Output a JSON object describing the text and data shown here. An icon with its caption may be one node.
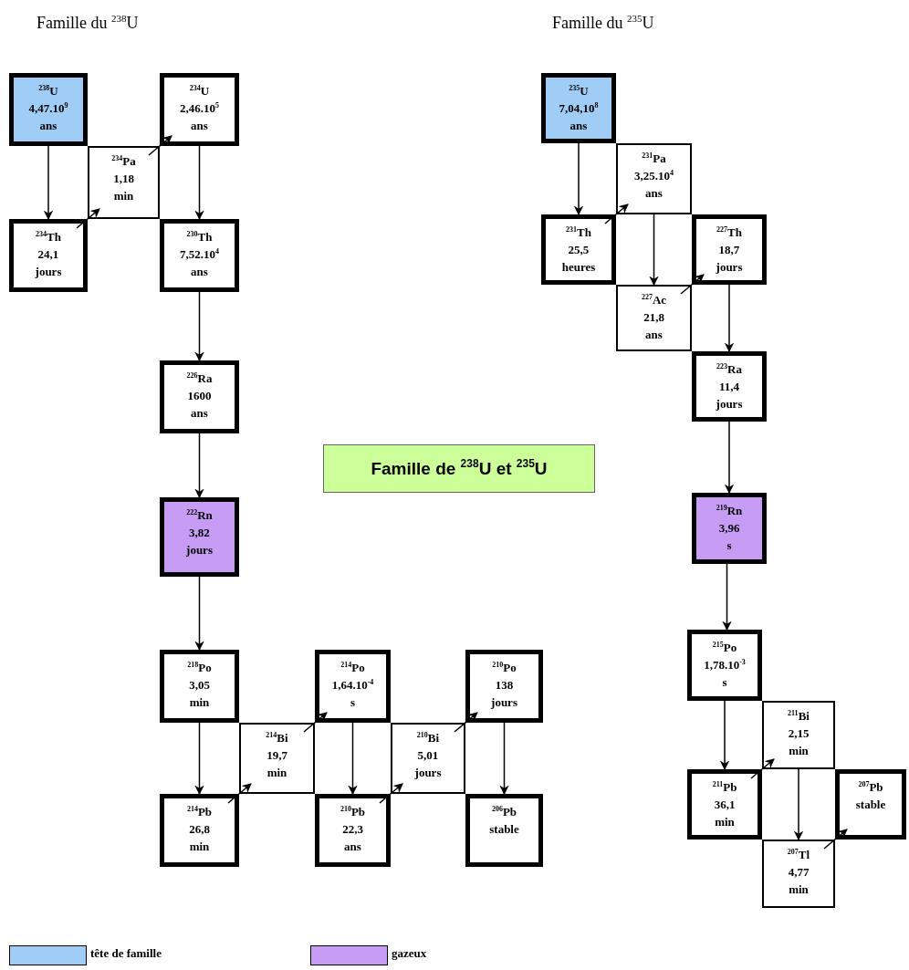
{
  "diagram": {
    "nodes": [
      {
        "text": [
          "$^{238}$U",
          "4,47.10$^{9}$ ans"
        ]
      },
      {
        "text": [
          "$^{234}$U",
          "2,46.10$^{5}$ ans"
        ]
      },
      {
        "text": [
          "$^{234}$Pa",
          "1,18 min"
        ]
      },
      {
        "text": [
          "$^{234}$Th",
          "24,1 jours"
        ]
      },
      {
        "text": [
          "$^{230}$Th",
          "7,52.10$^{4}$ ans"
        ]
      },
      {
        "text": [
          "$^{226}$Ra",
          "1600 ans"
        ]
      },
      {
        "text": [
          "$^{222}$Rn",
          "3,82 jours"
        ]
      },
      {
        "text": [
          "$^{218}$Po",
          "3,05 min"
        ]
      },
      {
        "text": [
          "$^{214}$Bi",
          "19,7 min"
        ]
      },
      {
        "text": [
          "$^{214}$Po",
          "1,64.10$^{-4}$ s"
        ]
      },
      {
        "text": [
          "$^{210}$Bi",
          "5,01 jours"
        ]
      },
      {
        "text": [
          "$^{210}$Po",
          "138 jours"
        ]
      },
      {
        "text": [
          "$^{214}$Pb",
          "26,8 min"
        ]
      },
      {
        "text": [
          "$^{210}$Pb",
          "22,3 ans"
        ]
      },
      {
        "text": [
          "$^{206}$Pb",
          "stable"
        ]
      },
      {
        "text": [
          "Famille de $^{238}$U et $^{235}$U"
        ]
      },
      {
        "text": [
          "$^{235}$U",
          "7,04,10$^{8}$ ans"
        ]
      },
      {
        "text": [
          "$^{231}$Pa",
          "3,25.10$^{4}$ ans"
        ]
      },
      {
        "text": [
          "$^{231}$Th",
          "25,5 heures"
        ]
      },
      {
        "text": [
          "$^{227}$Th",
          "18,7 jours"
        ]
      },
      {
        "text": [
          "$^{227}$Ac",
          "21,8 ans"
        ]
      },
      {
        "text": [
          "$^{223}$Ra",
          "11,4 jours"
        ]
      },
      {
        "text": [
          "$^{219}$Rn",
          "3,96 s"
        ]
      },
      {
        "text": [
          "$^{215}$Po",
          "1,78.10$^{-3}$ s"
        ]
      },
      {
        "text": [
          "$^{211}$Bi",
          "2,15 min"
        ]
      },
      {
        "text": [
          "$^{211}$Pb",
          "36,1 min"
        ]
      },
      {
        "text": [
          "$^{207}$Pb",
          "stable"
        ]
      },
      {
        "text": [
          "$^{207}$Tl",
          "4,77 min"
        ]
      }
    ],
    "edges": [
      {
        "from": 0,
        "to": 3,
        "arrow": "to"
      },
      {
        "from": 3,
        "to": 2,
        "arrow": "to"
      },
      {
        "from": 2,
        "to": 1,
        "arrow": "to"
      },
      {
        "from": 1,
        "to": 4,
        "arrow": "to"
      },
      {
        "from": 4,
        "to": 5,
        "arrow": "to"
      },
      {
        "from": 5,
        "to": 6,
        "arrow": "to"
      },
      {
        "from": 6,
        "to": 7,
        "arrow": "to"
      },
      {
        "from": 7,
        "to": 12,
        "arrow": "to"
      },
      {
        "from": 12,
        "to": 8,
        "arrow": "to"
      },
      {
        "from": 8,
        "to": 9,
        "arrow": "to"
      },
      {
        "from": 9,
        "to": 13,
        "arrow": "to"
      },
      {
        "from": 13,
        "to": 10,
        "arrow": "to"
      },
      {
        "from": 10,
        "to": 11,
        "arrow": "to"
      },
      {
        "from": 11,
        "to": 14,
        "arrow": "to"
      },
      {
        "from": 16,
        "to": 18,
        "arrow": "to"
      },
      {
        "from": 18,
        "to": 17,
        "arrow": "to"
      },
      {
        "from": 17,
        "to": 20,
        "arrow": "to"
      },
      {
        "from": 20,
        "to": 19,
        "arrow": "to"
      },
      {
        "from": 19,
        "to": 21,
        "arrow": "to"
      },
      {
        "from": 21,
        "to": 22,
        "arrow": "to"
      },
      {
        "from": 22,
        "to": 23,
        "arrow": "to"
      },
      {
        "from": 23,
        "to": 25,
        "arrow": "to"
      },
      {
        "from": 25,
        "to": 24,
        "arrow": "to"
      },
      {
        "from": 24,
        "to": 27,
        "arrow": "to"
      },
      {
        "from": 27,
        "to": 26,
        "arrow": "to"
      }
    ],
    "labels": [
      "Famille du $^{238}$U",
      "Famille du $^{235}$U"
    ],
    "legend": [
      {
        "text": "tête de famille",
        "color": "#9fcdf5"
      },
      {
        "text": "gazeux",
        "color": "#c69cf5"
      }
    ]
  }
}
